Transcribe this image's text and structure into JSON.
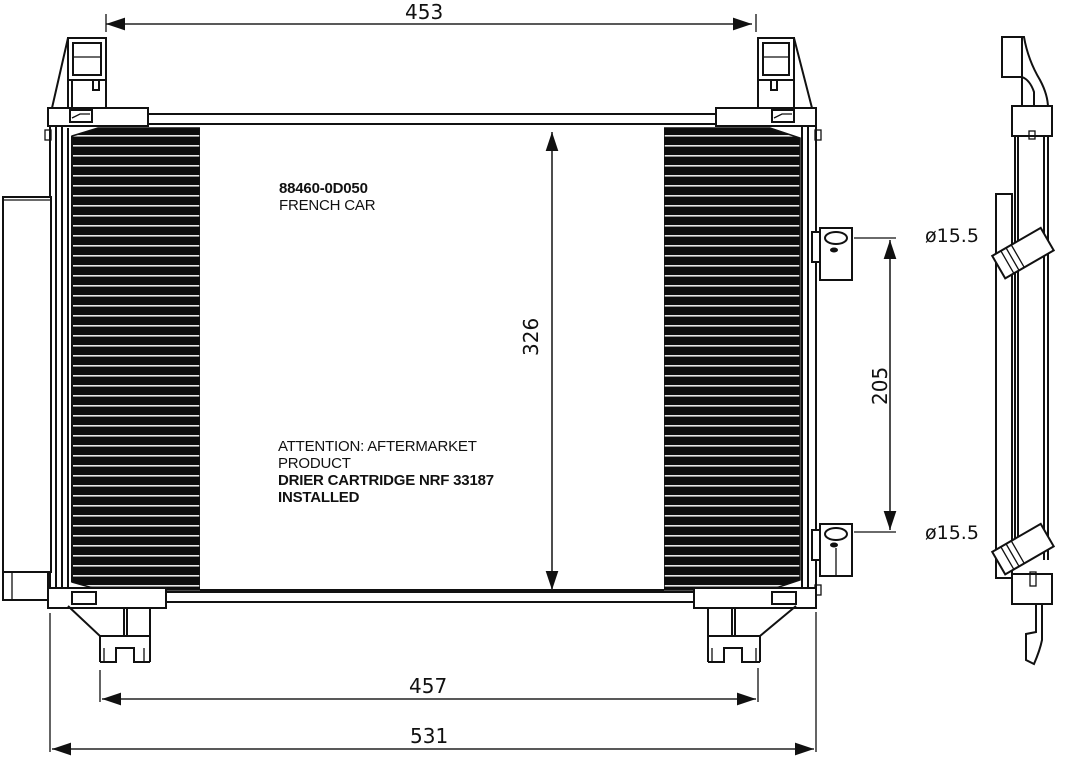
{
  "drawing": {
    "type": "technical-drawing",
    "subject": "A/C condenser with drier",
    "colors": {
      "ink": "#111111",
      "background": "#ffffff"
    }
  },
  "notes": {
    "part_number": "88460-0D050",
    "application": "FRENCH CAR",
    "attention_line1": "ATTENTION: AFTERMARKET",
    "attention_line2": "PRODUCT",
    "drier_line1": "DRIER CARTRIDGE NRF 33187",
    "drier_line2": "INSTALLED"
  },
  "dimensions": {
    "top_width": "453",
    "core_height": "326",
    "port_spacing": "205",
    "bottom_width": "457",
    "overall_width": "531",
    "port_diameter_upper": "ø15.5",
    "port_diameter_lower": "ø15.5"
  }
}
